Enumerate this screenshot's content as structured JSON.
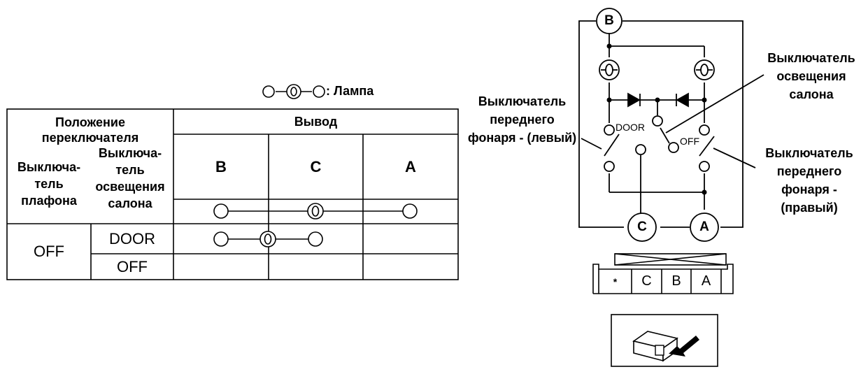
{
  "legend": {
    "lamp_label": ": Лампа"
  },
  "table": {
    "header_position": "Положение переключателя",
    "header_terminal": "Вывод",
    "col_dome_switch": "Выключа-тель плафона",
    "col_room_switch": "Выключа-тель освещения салона",
    "terminals": [
      "B",
      "C",
      "A"
    ],
    "dome_value": "OFF",
    "room_values": [
      "DOOR",
      "OFF"
    ]
  },
  "diagram": {
    "terminal_b": "B",
    "terminal_c": "C",
    "terminal_a": "A",
    "door_label": "DOOR",
    "off_label": "OFF",
    "label_room_switch": "Выключатель освещения салона",
    "label_left_switch": "Выключатель переднего фонаря - (левый)",
    "label_right_switch": "Выключатель переднего фонаря - (правый)"
  },
  "connector": {
    "pins": [
      "*",
      "C",
      "B",
      "A"
    ]
  }
}
